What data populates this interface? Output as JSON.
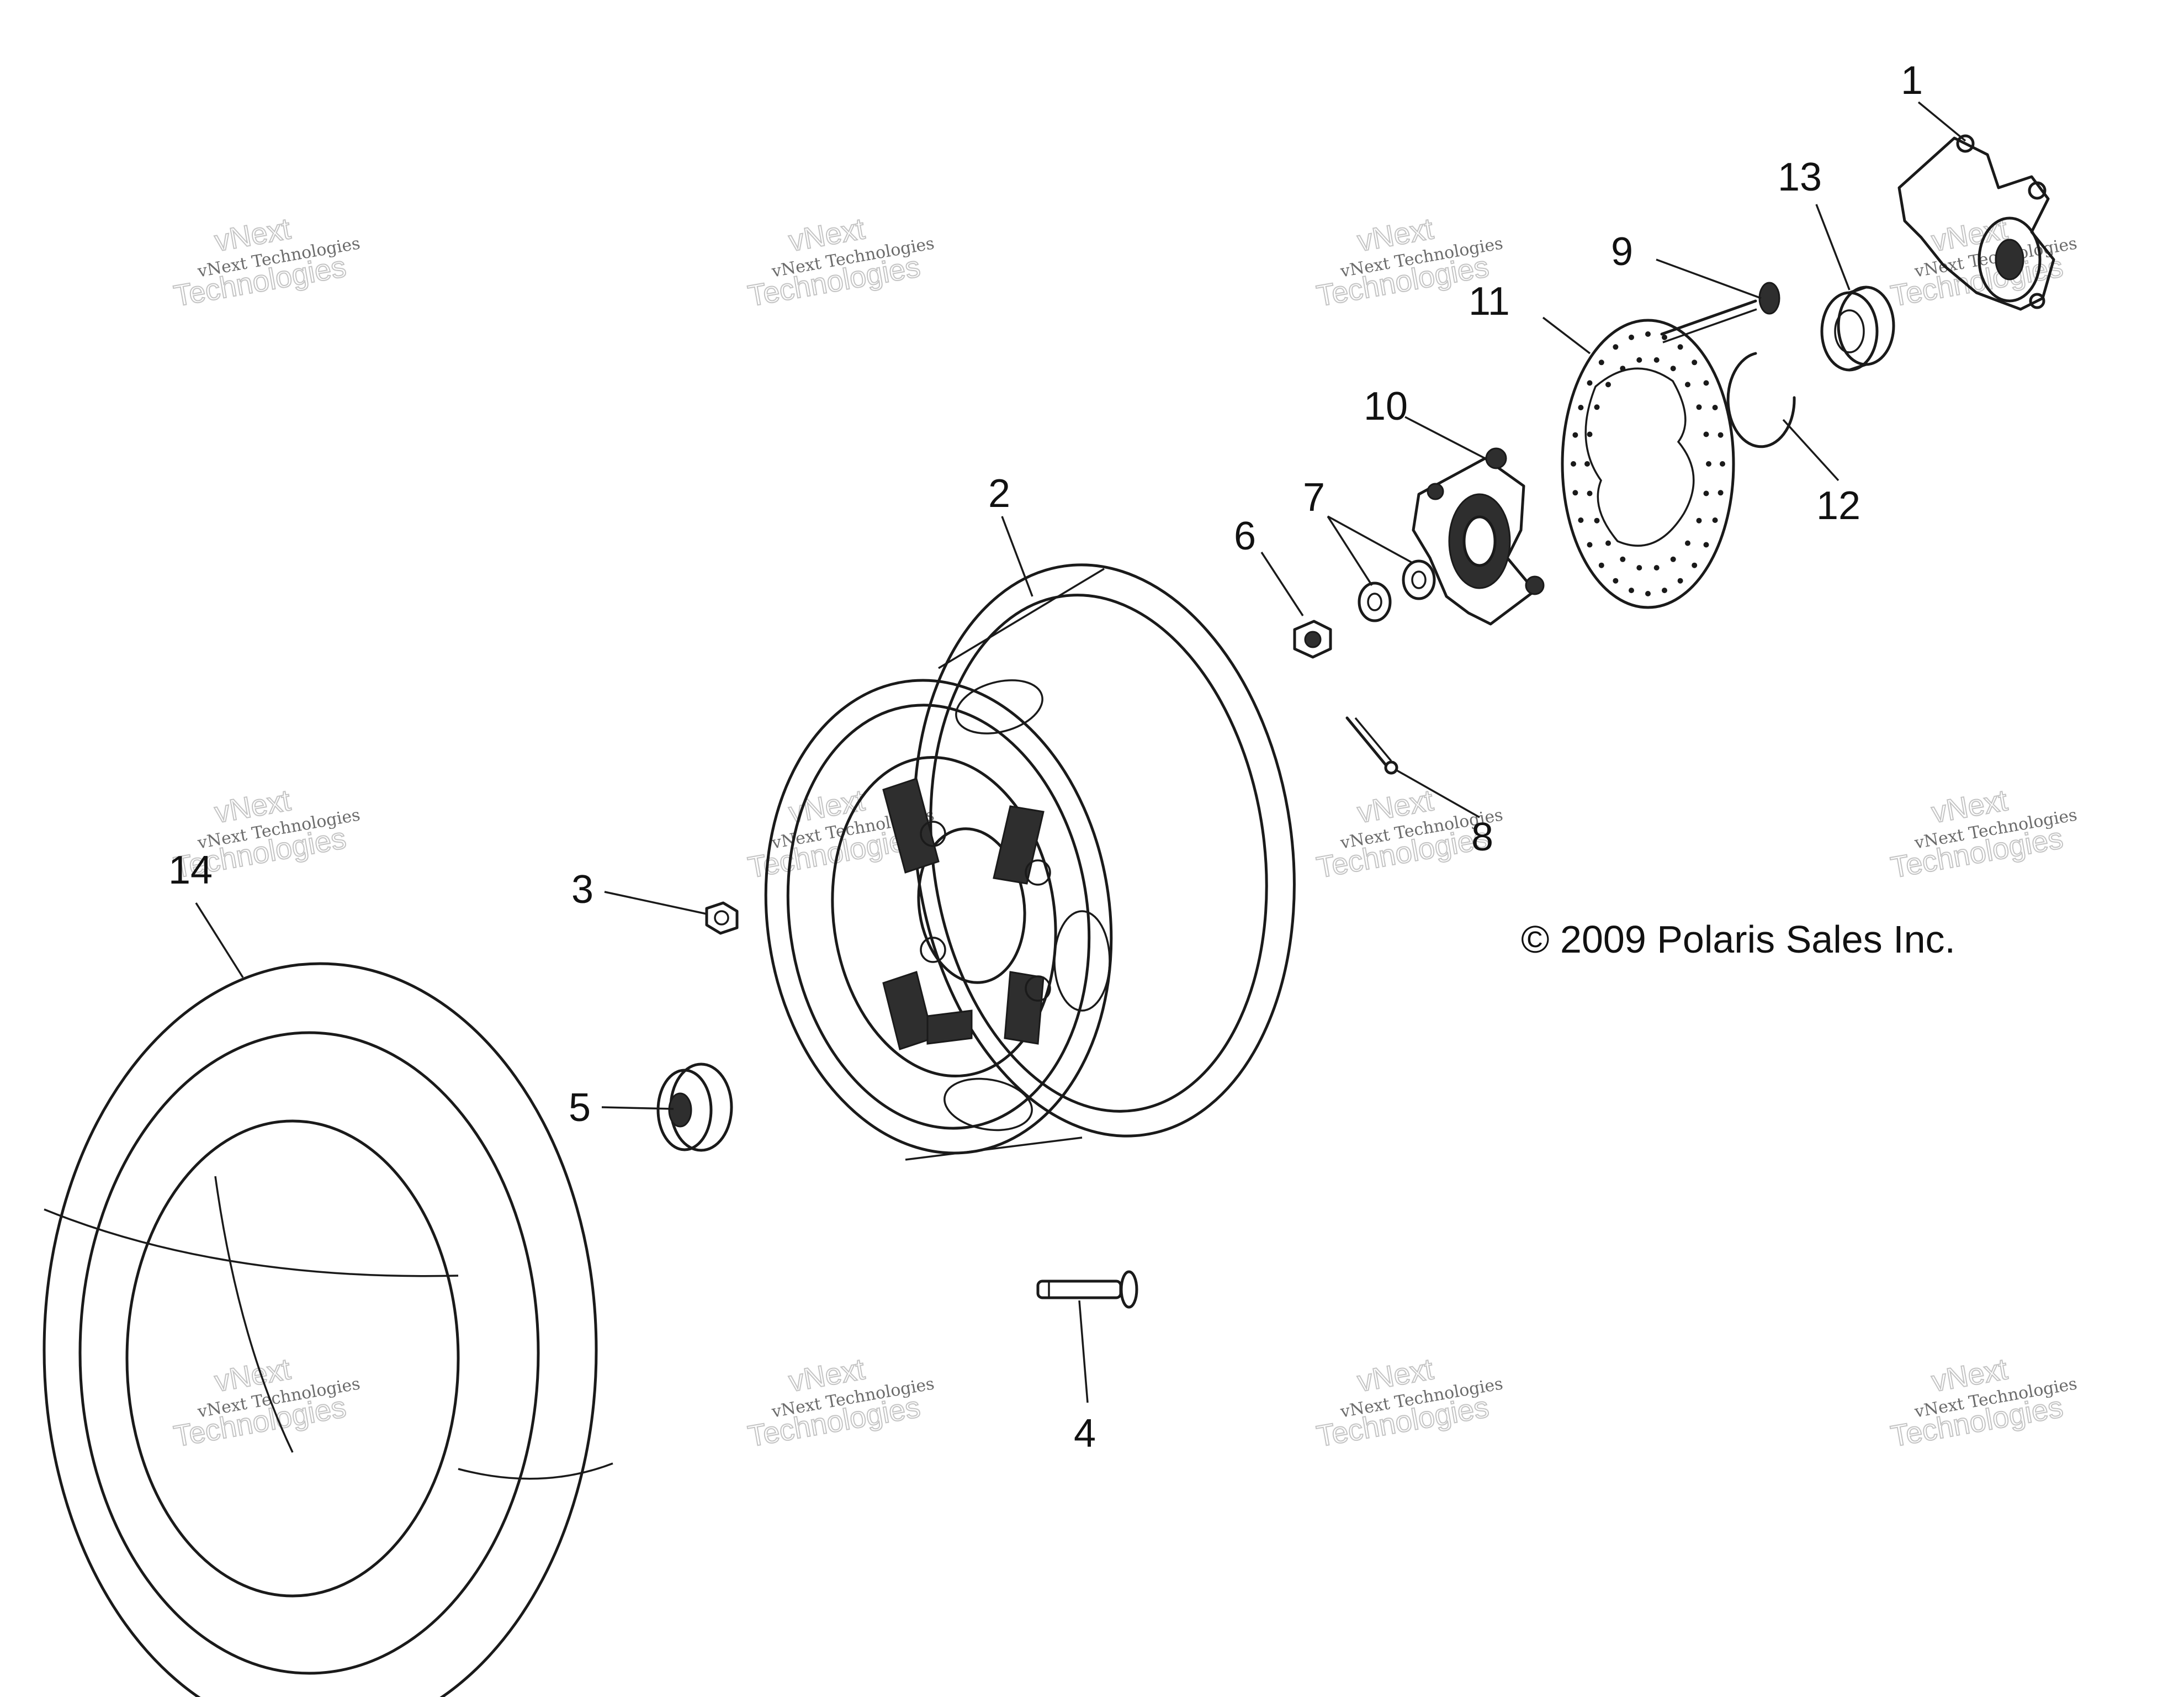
{
  "diagram": {
    "callouts": [
      {
        "id": "1",
        "label": "1"
      },
      {
        "id": "2",
        "label": "2"
      },
      {
        "id": "3",
        "label": "3"
      },
      {
        "id": "4",
        "label": "4"
      },
      {
        "id": "5",
        "label": "5"
      },
      {
        "id": "6",
        "label": "6"
      },
      {
        "id": "7",
        "label": "7"
      },
      {
        "id": "8",
        "label": "8"
      },
      {
        "id": "9",
        "label": "9"
      },
      {
        "id": "10",
        "label": "10"
      },
      {
        "id": "11",
        "label": "11"
      },
      {
        "id": "12",
        "label": "12"
      },
      {
        "id": "13",
        "label": "13"
      },
      {
        "id": "14",
        "label": "14"
      }
    ],
    "copyright": "© 2009 Polaris Sales Inc.",
    "watermark": {
      "line1": "vNext Technologies",
      "line2": "vNext",
      "line3": "Technologies"
    },
    "colors": {
      "line": "#1a1a1a",
      "background": "#ffffff",
      "watermark": "#c4c4c4"
    }
  }
}
